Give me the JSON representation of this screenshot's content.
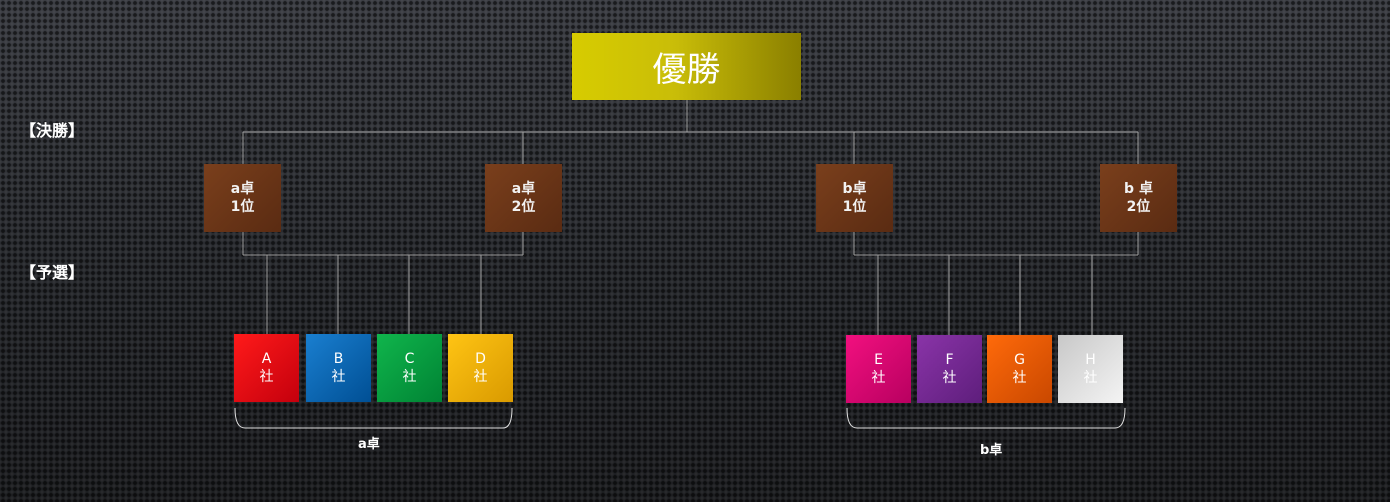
{
  "champion": {
    "label": "優勝"
  },
  "sections": {
    "final": "【決勝】",
    "prelim": "【予選】"
  },
  "finalists": [
    {
      "line1": "a卓",
      "line2": "1位"
    },
    {
      "line1": "a卓",
      "line2": "2位"
    },
    {
      "line1": "b卓",
      "line2": "1位"
    },
    {
      "line1": "b 卓",
      "line2": "2位"
    }
  ],
  "companies": [
    {
      "letter": "A",
      "suffix": "社",
      "color": "#e60012"
    },
    {
      "letter": "B",
      "suffix": "社",
      "color": "#0068b7"
    },
    {
      "letter": "C",
      "suffix": "社",
      "color": "#00a040"
    },
    {
      "letter": "D",
      "suffix": "社",
      "color": "#f0b400"
    },
    {
      "letter": "E",
      "suffix": "社",
      "color": "#e4007f"
    },
    {
      "letter": "F",
      "suffix": "社",
      "color": "#7d2a9a"
    },
    {
      "letter": "G",
      "suffix": "社",
      "color": "#ea5a00"
    },
    {
      "letter": "H",
      "suffix": "社",
      "color": "#d9d9d9"
    }
  ],
  "tables": {
    "a": "a卓",
    "b": "b卓"
  },
  "colors": {
    "champion": "#d7cc00",
    "finalist": "#6b3518",
    "connector": "#a0a0a0"
  }
}
